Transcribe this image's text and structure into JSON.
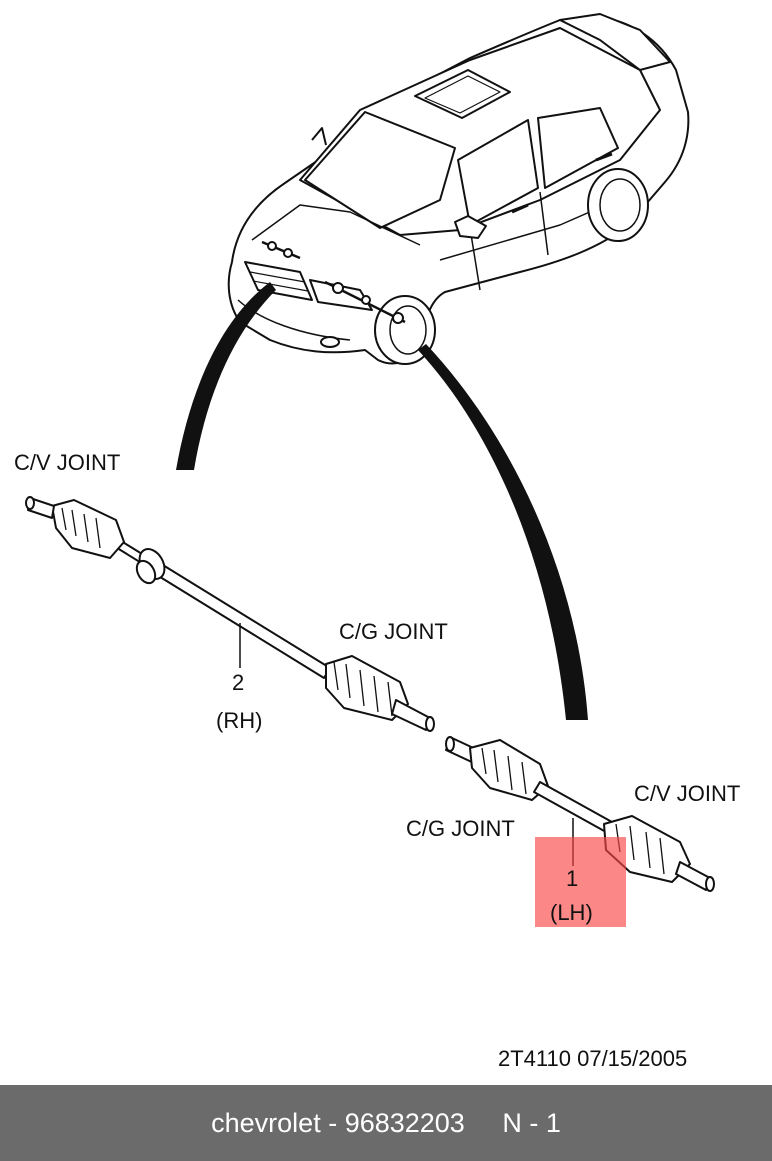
{
  "labels": {
    "cv_joint_top": "C/V JOINT",
    "cg_joint_upper": "C/G JOINT",
    "rh_number": "2",
    "rh_side": "(RH)",
    "cg_joint_lower": "C/G JOINT",
    "cv_joint_right": "C/V JOINT",
    "lh_number": "1",
    "lh_side": "(LH)",
    "drawing_code": "2T4110  07/15/2005"
  },
  "footer": {
    "text": "chevrolet - 96832203     N - 1"
  },
  "colors": {
    "highlight": "#fa4646",
    "footer_bg": "#6b6b6b",
    "footer_text": "#ffffff",
    "line": "#111111"
  }
}
